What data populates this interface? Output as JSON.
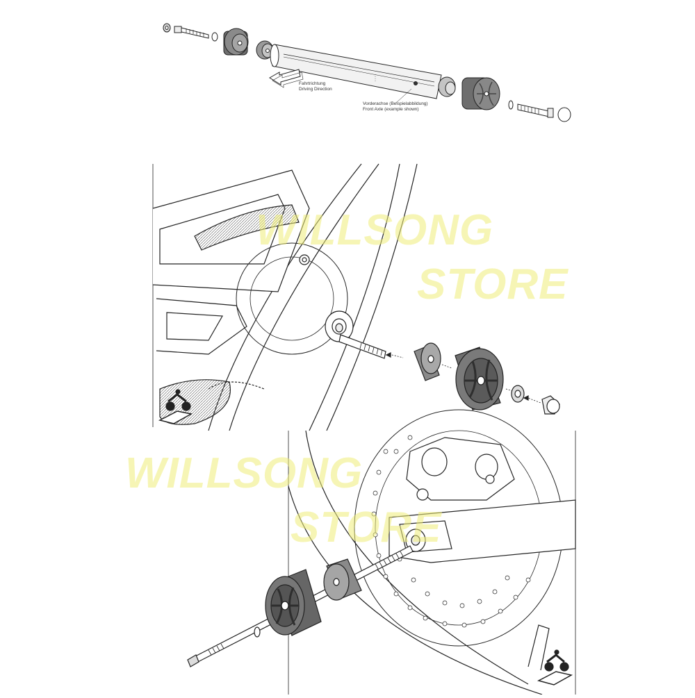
{
  "top_diagram": {
    "driving_direction_de": "Fahrtrichtung",
    "driving_direction_en": "Driving Direction",
    "axle_label_de": "Vorderachse (Beispielabbildung)",
    "axle_label_en": "Front Axle (example shown)"
  },
  "watermarks": [
    {
      "line1": "WILLSONG",
      "line2": "STORE"
    },
    {
      "line1": "WILLSONG",
      "line2": "STORE"
    }
  ],
  "icons": {
    "motorcycle_direction": "motorcycle-direction-icon"
  },
  "colors": {
    "line": "#222222",
    "slider_dark": "#6e6e6e",
    "slider_mid": "#9a9a9a",
    "slider_light": "#c4c4c4",
    "axle_fill": "#f2f2f2",
    "watermark": "#eeec78"
  }
}
